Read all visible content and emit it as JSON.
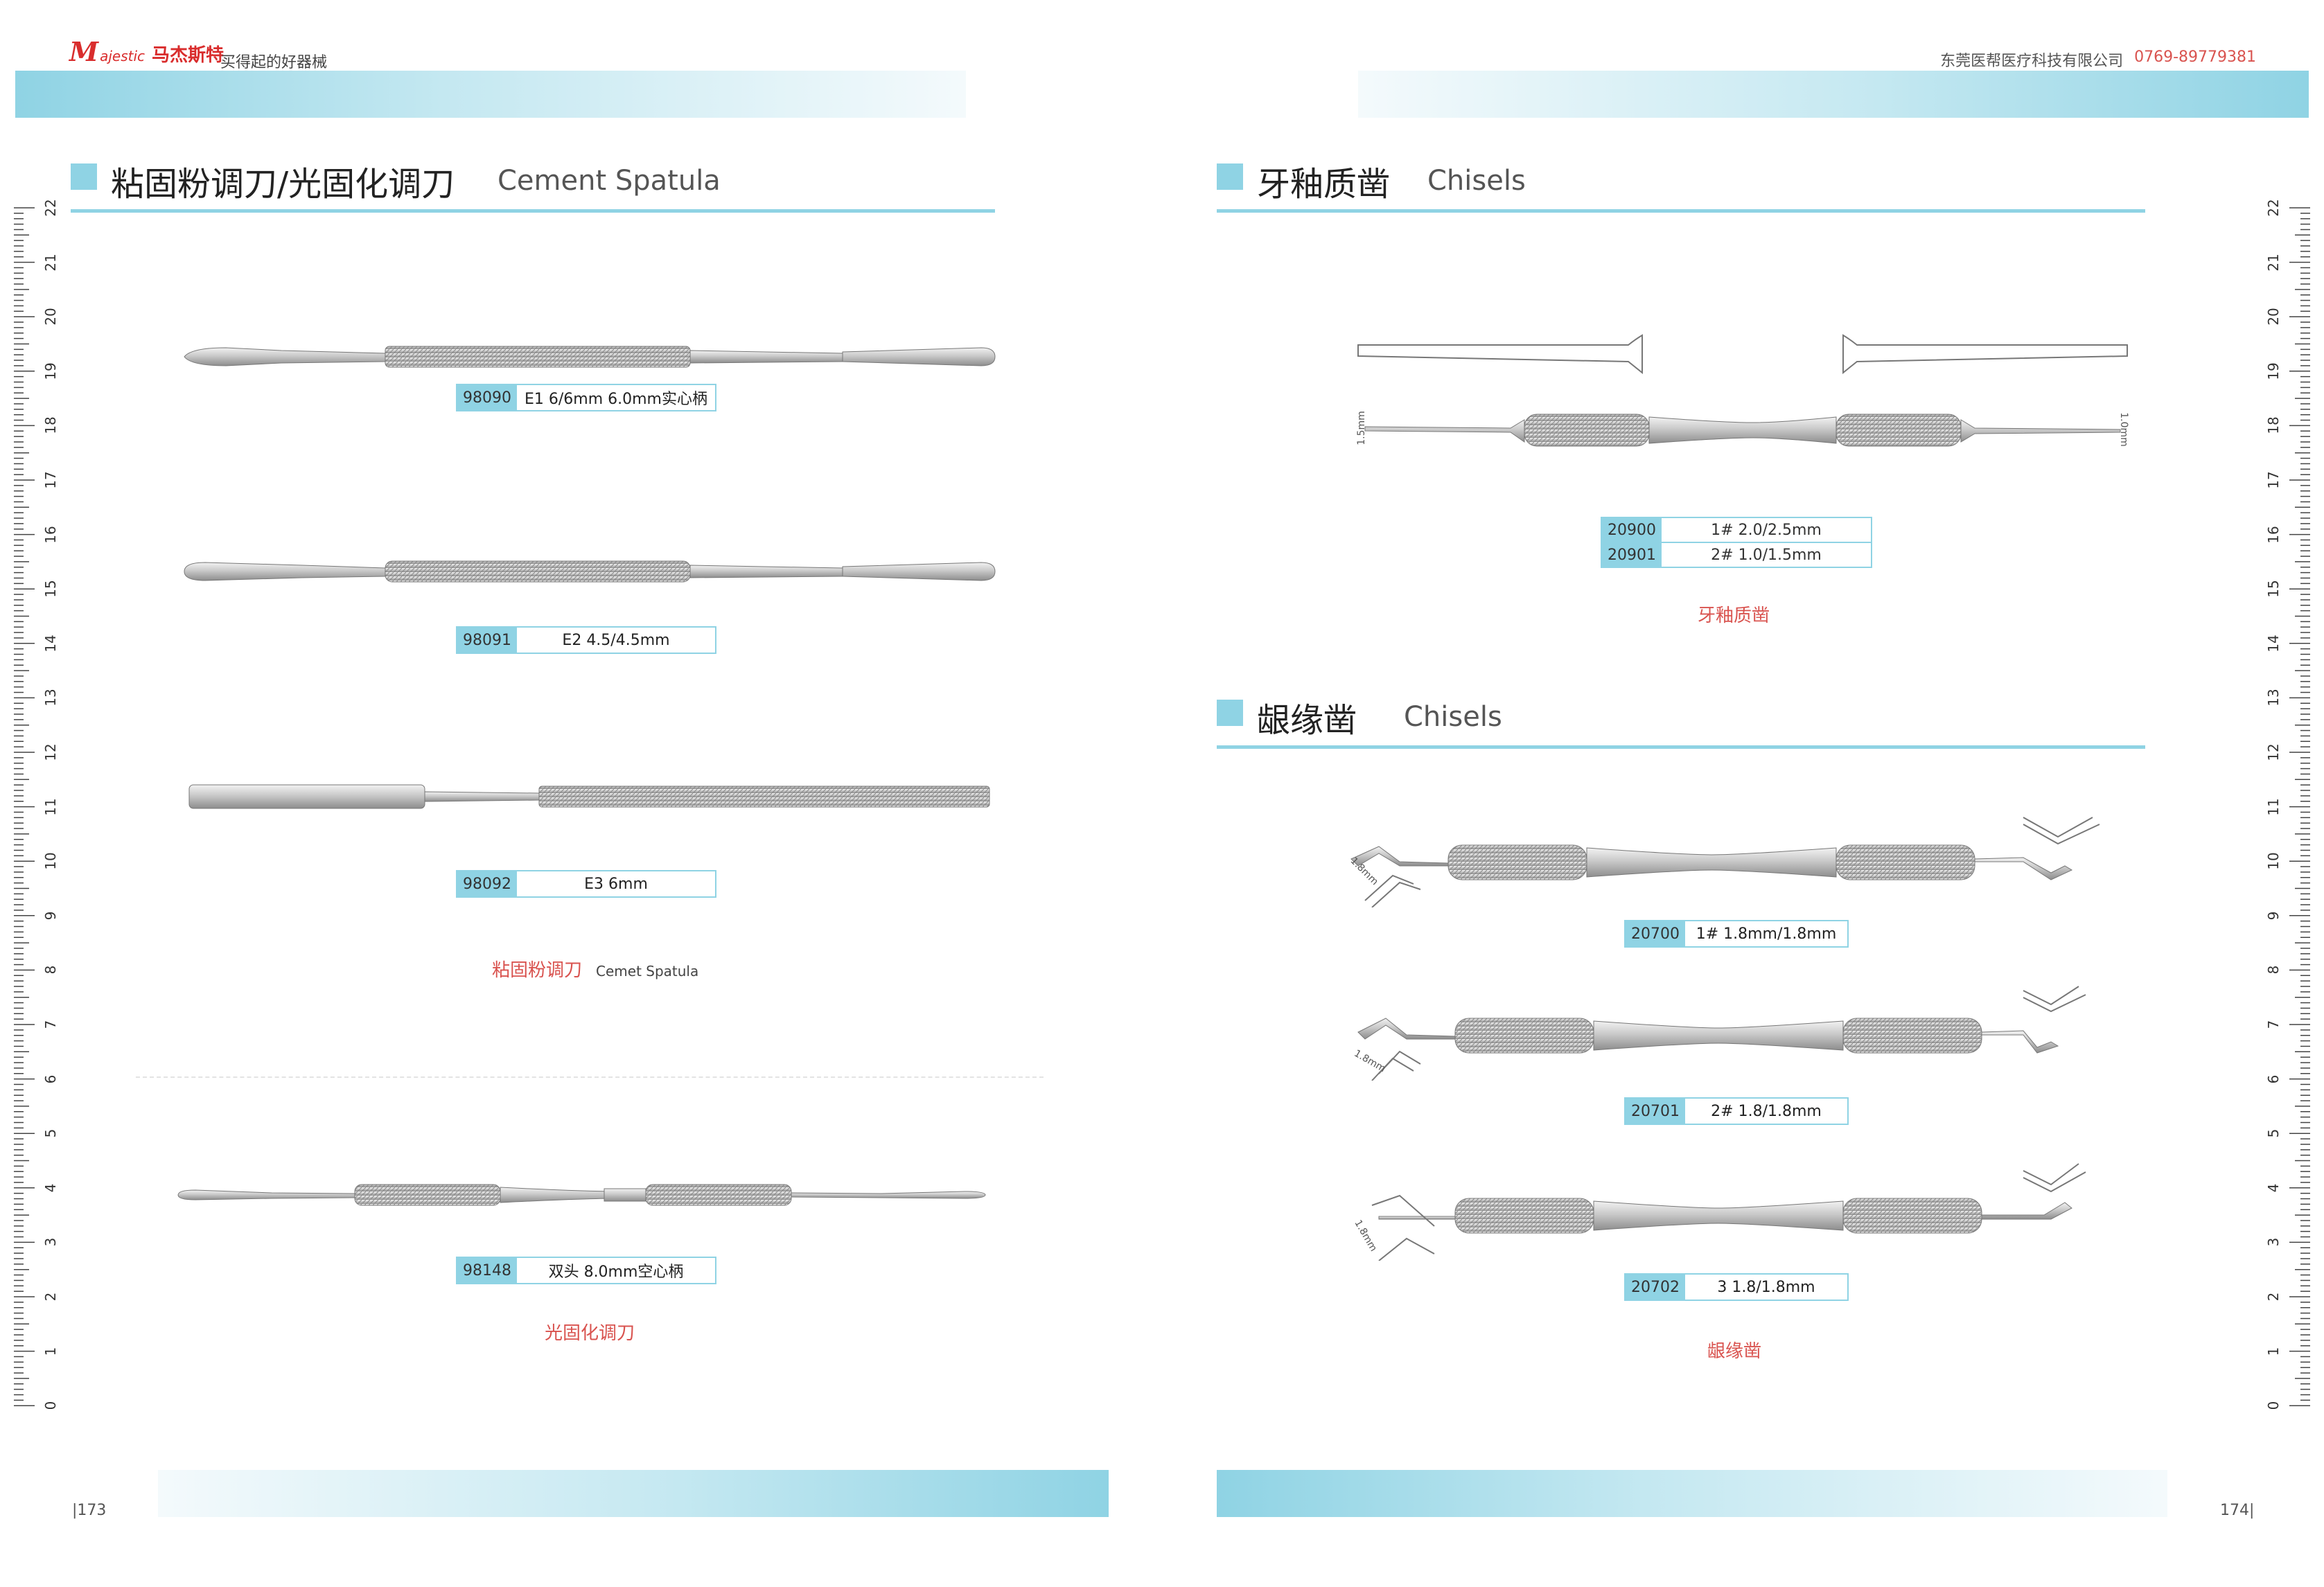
{
  "header": {
    "logo_mark": "M",
    "logo_en": "ajestic",
    "logo_cn": "马杰斯特",
    "tagline": "买得起的好器械",
    "company": "东莞医帮医疗科技有限公司",
    "phone": "0769-89779381"
  },
  "left_page": {
    "section_cn": "粘固粉调刀/光固化调刀",
    "section_en": "Cement Spatula",
    "products": [
      {
        "code": "98090",
        "desc": "E1  6/6mm 6.0mm实心柄"
      },
      {
        "code": "98091",
        "desc": "E2  4.5/4.5mm"
      },
      {
        "code": "98092",
        "desc": "E3  6mm"
      },
      {
        "code": "98148",
        "desc": "双头 8.0mm空心柄"
      }
    ],
    "caption1_cn": "粘固粉调刀",
    "caption1_en": "Cemet Spatula",
    "caption2_cn": "光固化调刀",
    "page_number": "|173"
  },
  "right_page": {
    "section1_cn": "牙釉质凿",
    "section1_en": "Chisels",
    "chisel_table": [
      {
        "code": "20900",
        "desc": "1# 2.0/2.5mm"
      },
      {
        "code": "20901",
        "desc": "2# 1.0/1.5mm"
      }
    ],
    "chisel_mm_left": "1.5mm",
    "chisel_mm_right": "1.0mm",
    "caption1_cn": "牙釉质凿",
    "section2_cn": "龈缘凿",
    "section2_en": "Chisels",
    "gingival_products": [
      {
        "code": "20700",
        "desc": "1# 1.8mm/1.8mm"
      },
      {
        "code": "20701",
        "desc": "2# 1.8/1.8mm"
      },
      {
        "code": "20702",
        "desc": "3 1.8/1.8mm"
      }
    ],
    "tip_mm": "1.8mm",
    "caption2_cn": "龈缘凿",
    "page_number": "174|"
  },
  "ruler_labels": [
    "22",
    "21",
    "20",
    "19",
    "18",
    "17",
    "16",
    "15",
    "14",
    "13",
    "12",
    "11",
    "10",
    "9",
    "8",
    "7",
    "6",
    "5",
    "4",
    "3",
    "2",
    "1",
    "0"
  ],
  "colors": {
    "accent": "#8fd3e4",
    "brand_red": "#d92d2d",
    "caption_red": "#d9534f"
  }
}
